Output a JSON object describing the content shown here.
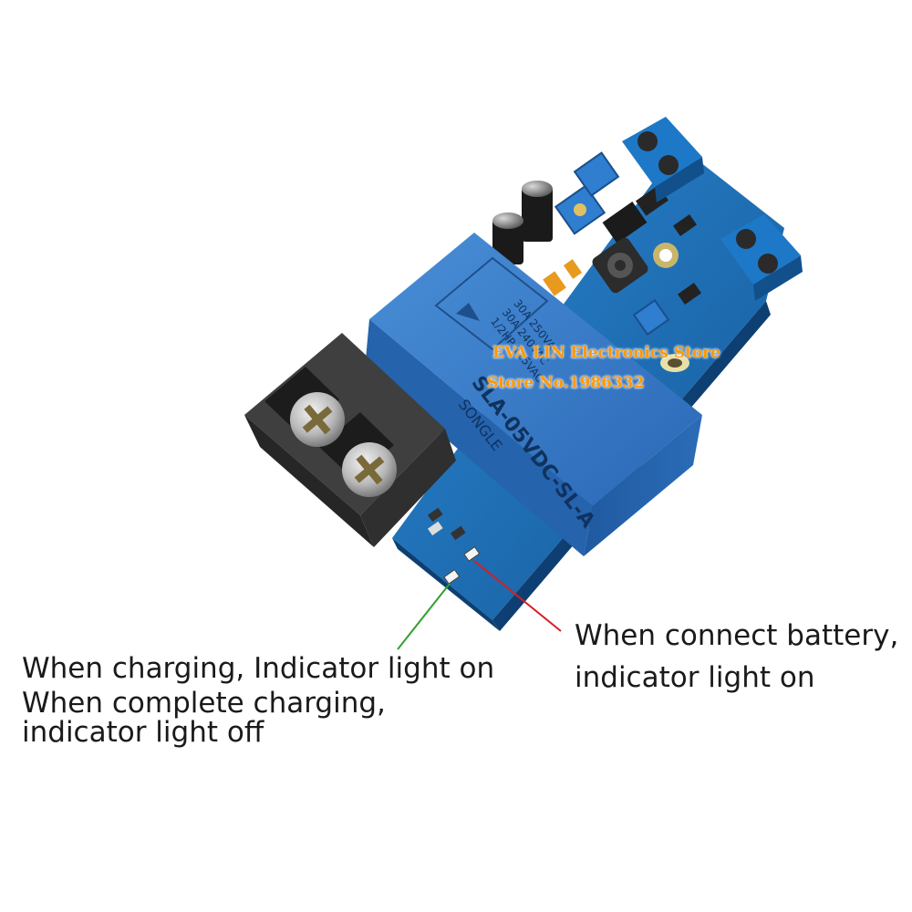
{
  "watermark": {
    "line1": "EVA LIN Electronics Store",
    "line2": "Store No.1986332"
  },
  "relay_markings": {
    "brand": "SONGLE",
    "model": "SLA-05VDC-SL-A",
    "ratings": [
      "30A 250VAC",
      "30A 240VAC",
      "1/2HP 125VAC"
    ]
  },
  "captions": {
    "green_indicator": [
      "When charging, Indicator light on",
      "When complete charging,",
      "indicator light off"
    ],
    "red_indicator": [
      "When connect battery,",
      "indicator light on"
    ]
  },
  "colors": {
    "pcb": "#1f6fb5",
    "relay": "#2f73c4",
    "terminal_block": "#3a3a3a",
    "screw_terminal": "#1e78c8",
    "green_pointer": "#2fa02f",
    "red_pointer": "#d42020",
    "watermark": "#ff9800"
  }
}
